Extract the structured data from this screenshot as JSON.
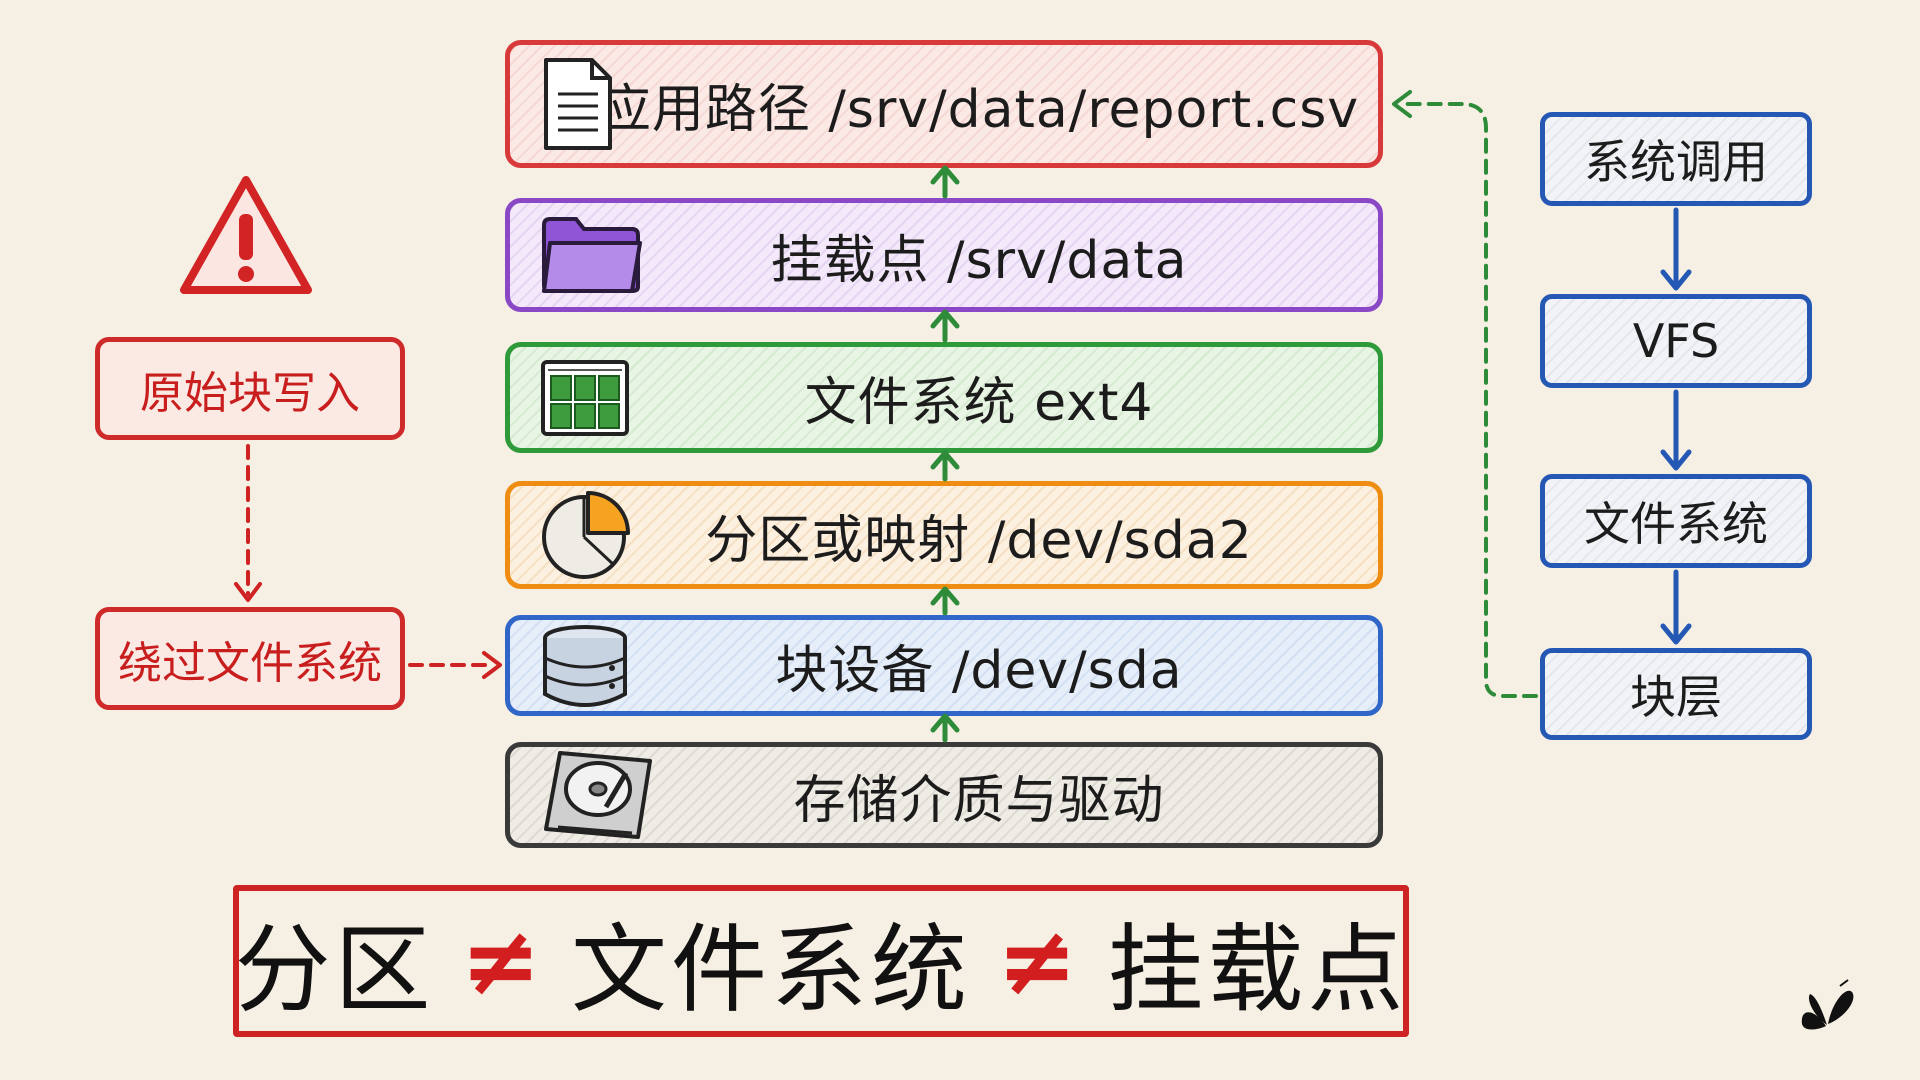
{
  "layers": [
    {
      "label": "应用路径 /srv/data/report.csv",
      "icon": "document-icon",
      "color": "#d83a3a"
    },
    {
      "label": "挂载点 /srv/data",
      "icon": "folder-icon",
      "color": "#8a48c6"
    },
    {
      "label": "文件系统 ext4",
      "icon": "grid-icon",
      "color": "#2f9a3a"
    },
    {
      "label": "分区或映射 /dev/sda2",
      "icon": "pie-chart-icon",
      "color": "#ef8c12"
    },
    {
      "label": "块设备 /dev/sda",
      "icon": "database-icon",
      "color": "#2f66c8"
    },
    {
      "label": "存储介质与驱动",
      "icon": "hard-drive-icon",
      "color": "#3a3a3a"
    }
  ],
  "bypass": {
    "raw_write": "原始块写入",
    "bypass_fs": "绕过文件系统",
    "icon": "warning-icon",
    "color": "#cf2a2a"
  },
  "flow": {
    "steps": [
      "系统调用",
      "VFS",
      "文件系统",
      "块层"
    ],
    "color": "#2458b4",
    "return_arrow_color": "#2e8b3a"
  },
  "summary": {
    "left": "分区",
    "middle": "文件系统",
    "right": "挂载点",
    "neq": "≠"
  },
  "logo_icon": "butterfly-icon"
}
